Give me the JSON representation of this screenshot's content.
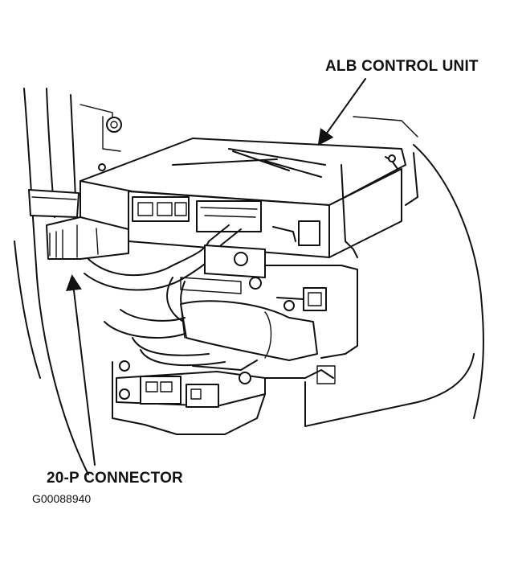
{
  "labels": {
    "alb_control_unit": "ALB CONTROL UNIT",
    "connector_20p": "20-P CONNECTOR",
    "figure_id": "G00088940"
  },
  "colors": {
    "line": "#111111",
    "background": "#ffffff"
  }
}
